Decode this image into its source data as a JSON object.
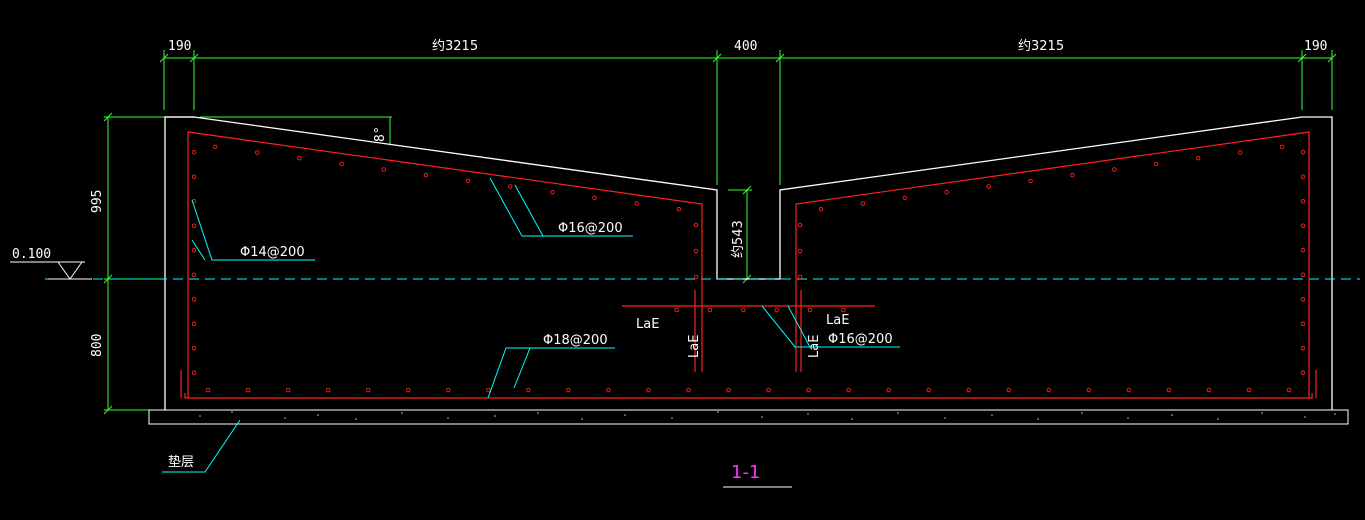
{
  "drawing": {
    "colors": {
      "background": "#000000",
      "concrete_outline": "#ffffff",
      "rebar": "#ff2020",
      "dimension": "#33ff33",
      "leader": "#00ffff",
      "datum_line": "#00ffff",
      "section_title": "#ff33ff",
      "text": "#ffffff"
    },
    "dimensions_top": [
      "190",
      "约3215",
      "400",
      "约3215",
      "190"
    ],
    "dimensions_left": [
      "995",
      "800"
    ],
    "angle_label": "8°",
    "gap_label": "约543",
    "elevation_label": "0.100",
    "rebar_labels": {
      "left_wall": "Φ14@200",
      "sloped_top": "Φ16@200",
      "bottom": "Φ18@200",
      "center": "Φ16@200"
    },
    "anchorage_labels": [
      "LaE",
      "LaE",
      "LaE",
      "LaE"
    ],
    "cushion_label": "垫层",
    "section_title": "1-1"
  }
}
